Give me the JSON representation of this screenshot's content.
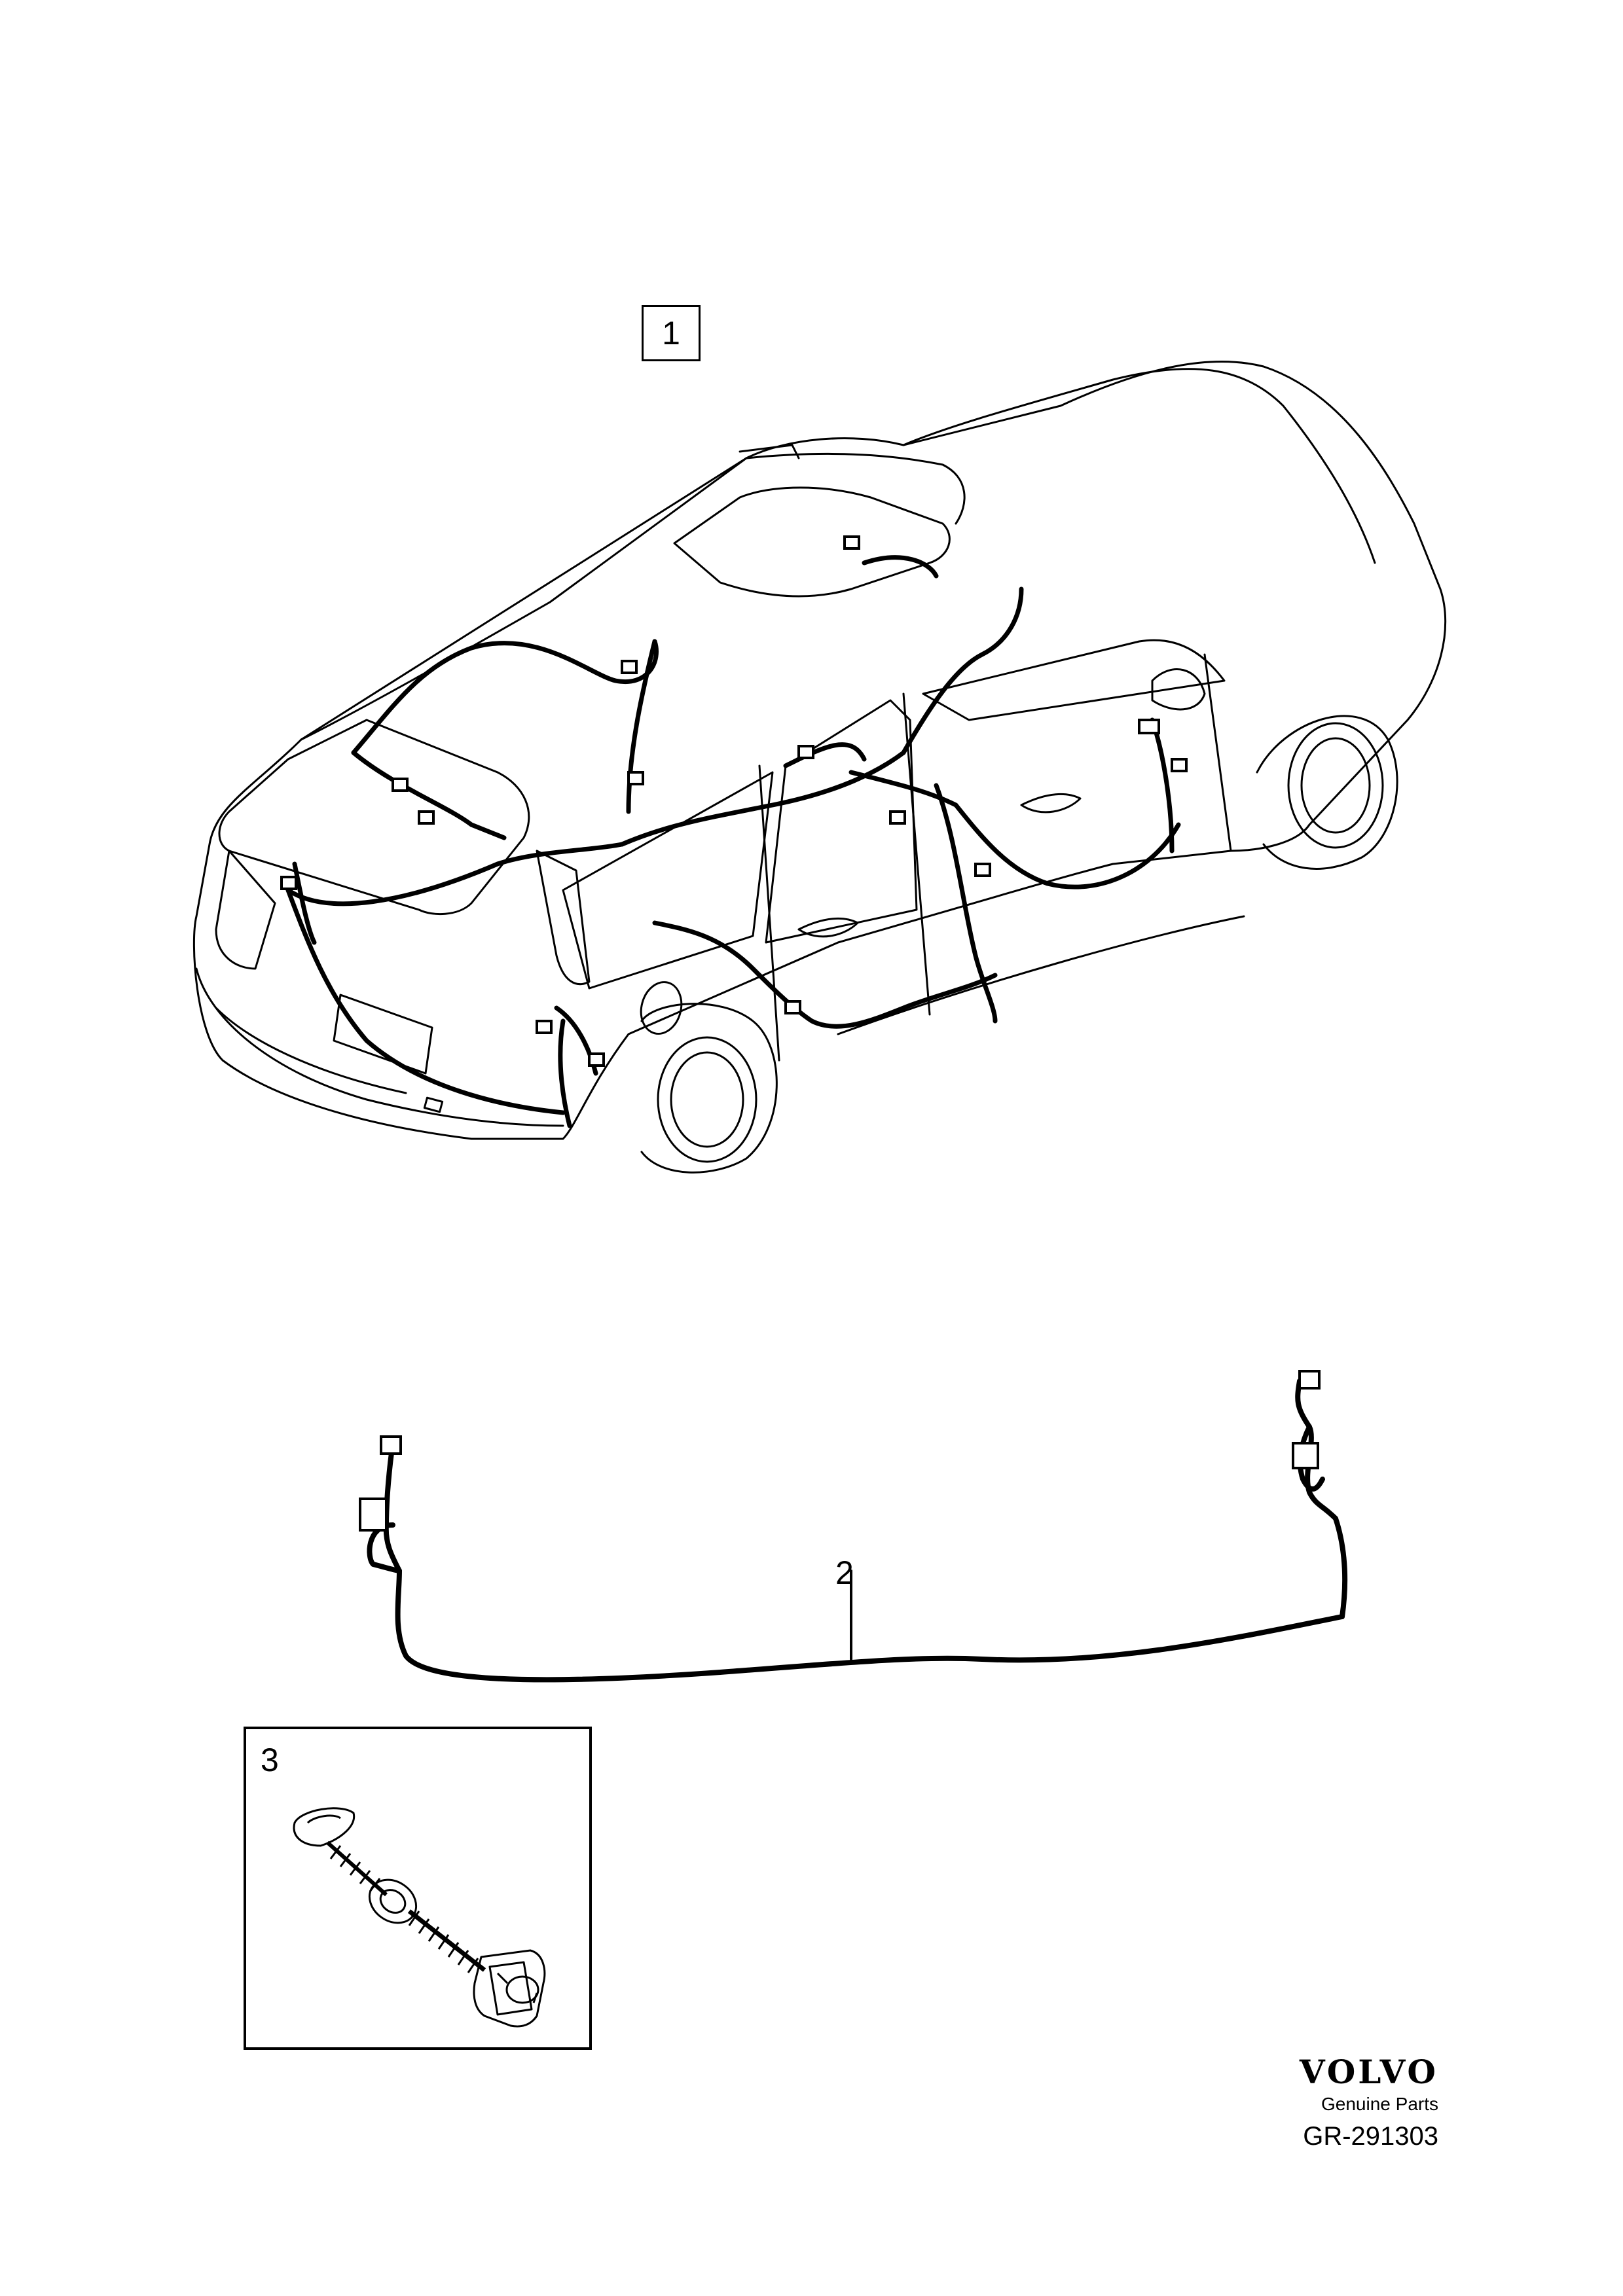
{
  "callouts": {
    "item_1": "1",
    "item_2": "2",
    "item_3": "3"
  },
  "brand": {
    "logo": "VOLVO",
    "subtitle": "Genuine Parts",
    "code": "GR-291303"
  },
  "parts": [
    {
      "ref": "item_1",
      "depiction": "wiring harness installed in estate car body"
    },
    {
      "ref": "item_2",
      "depiction": "wiring harness with connectors"
    },
    {
      "ref": "item_3",
      "depiction": "grommet with corrugated conduit"
    }
  ],
  "colors": {
    "line": "#000000",
    "background": "#ffffff"
  }
}
